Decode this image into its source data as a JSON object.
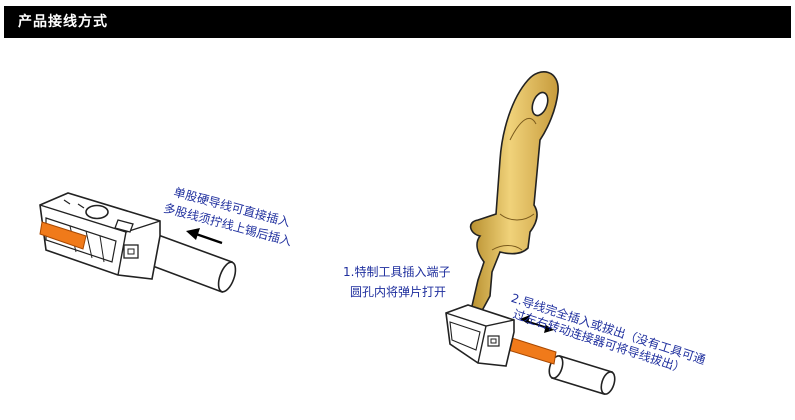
{
  "header": {
    "title": "产品接线方式"
  },
  "captions": {
    "left_line1": "单股硬导线可直接插入",
    "left_line2": "多股线须拧线上锡后插入",
    "tool_line1": "1.特制工具插入端子",
    "tool_line2": "圆孔内将弹片打开",
    "right_line1": "2.导线完全插入或拔出（没有工具可通",
    "right_line2": "过左右转动连接器可将导线拔出）"
  },
  "colors": {
    "header_bg": "#000000",
    "caption_text": "#1f2f9e",
    "wire_core": "#f07a1a",
    "tool_gold": "#d9b352"
  }
}
